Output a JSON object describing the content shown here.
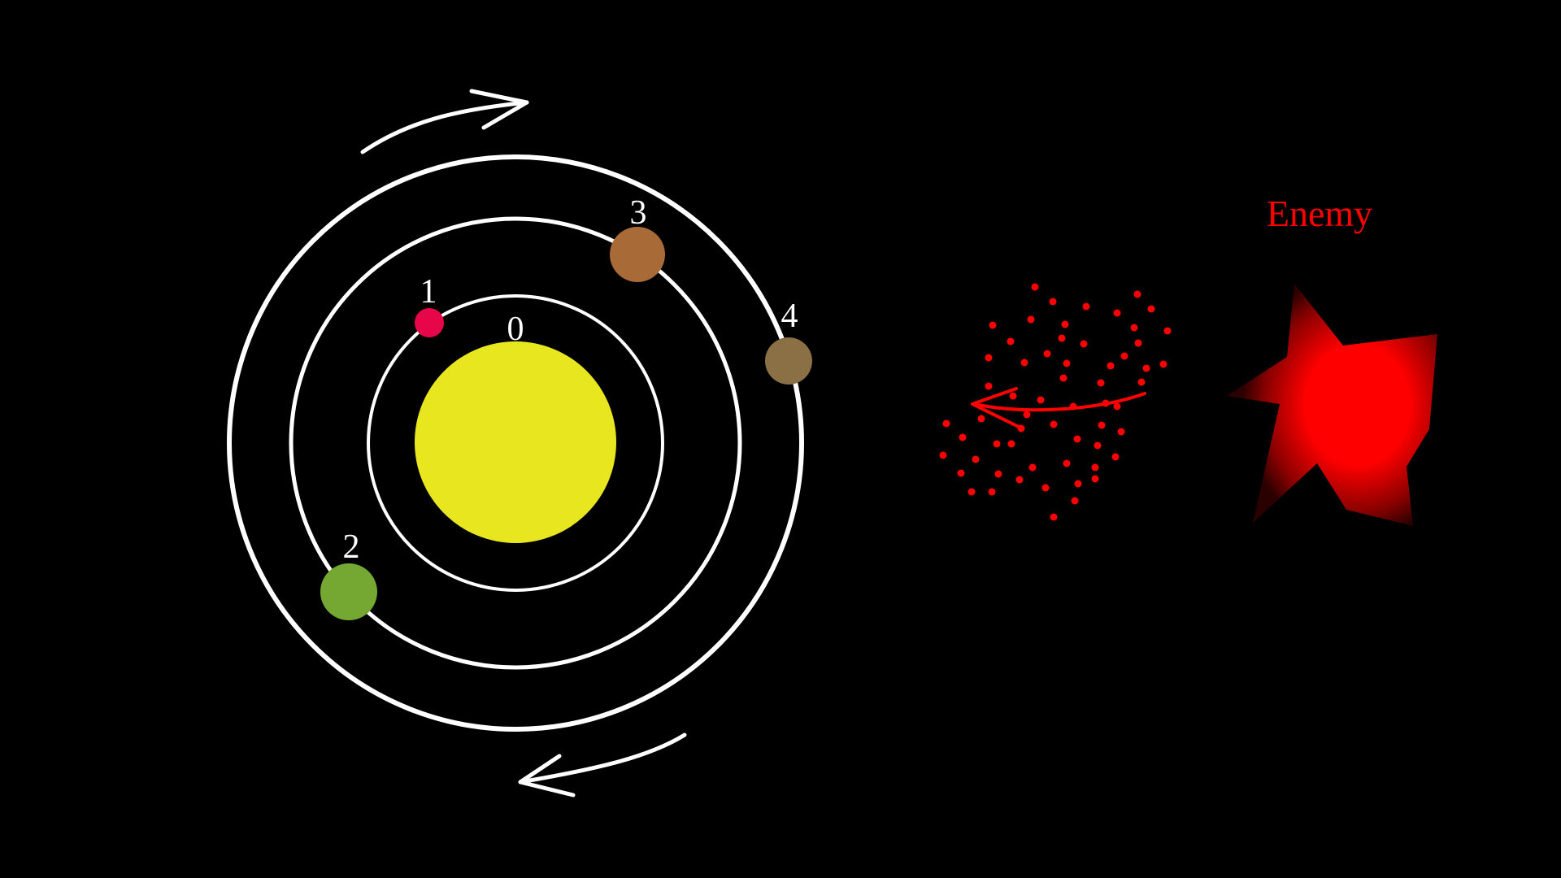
{
  "sun": {
    "label": "0",
    "color": "#e8e61e"
  },
  "planets": [
    {
      "label": "1",
      "color": "#e8064a"
    },
    {
      "label": "2",
      "color": "#74a833"
    },
    {
      "label": "3",
      "color": "#a86a36"
    },
    {
      "label": "4",
      "color": "#8b6f45"
    }
  ],
  "enemy": {
    "label": "Enemy",
    "color": "#ff0000"
  },
  "colors": {
    "background": "#000000",
    "orbit": "#ffffff",
    "arrow": "#ffffff",
    "particles": "#ff0000"
  },
  "icons": {
    "top_arrow": "clockwise-arrow-icon",
    "bottom_arrow": "counterclockwise-arrow-icon",
    "swarm_arrow": "left-arrow-icon"
  }
}
